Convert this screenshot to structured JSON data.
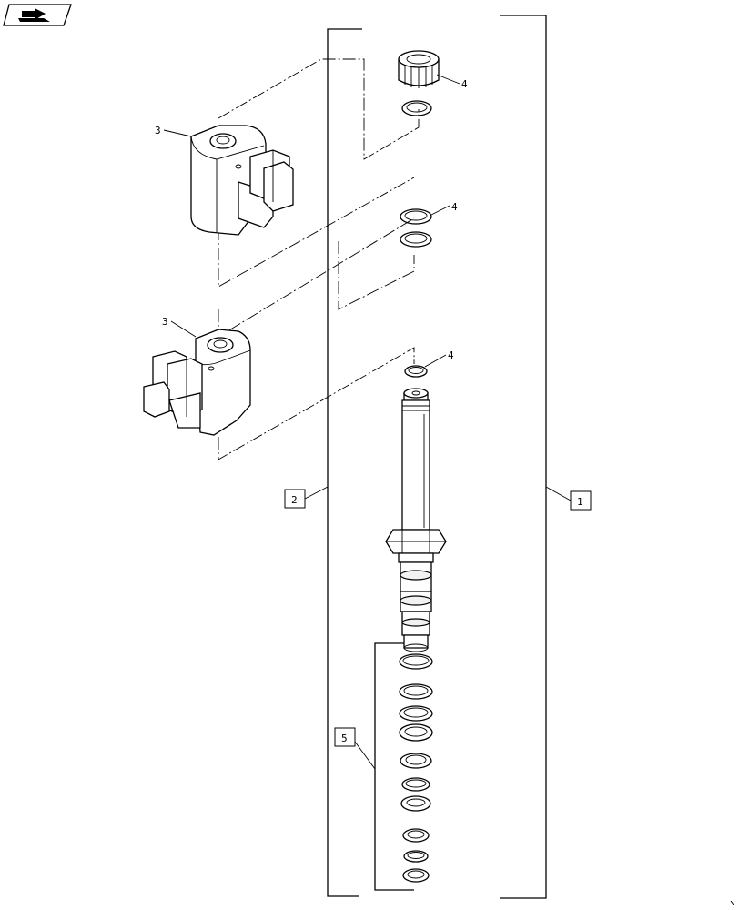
{
  "nav_icon": "next-page-arrow-icon",
  "callouts": {
    "coil_upper": "3",
    "coil_lower": "3",
    "nut": "4",
    "orings_middle": "4",
    "oring_top_stem": "4",
    "assembly": "1",
    "cartridge": "2",
    "seal_kit": "5"
  }
}
